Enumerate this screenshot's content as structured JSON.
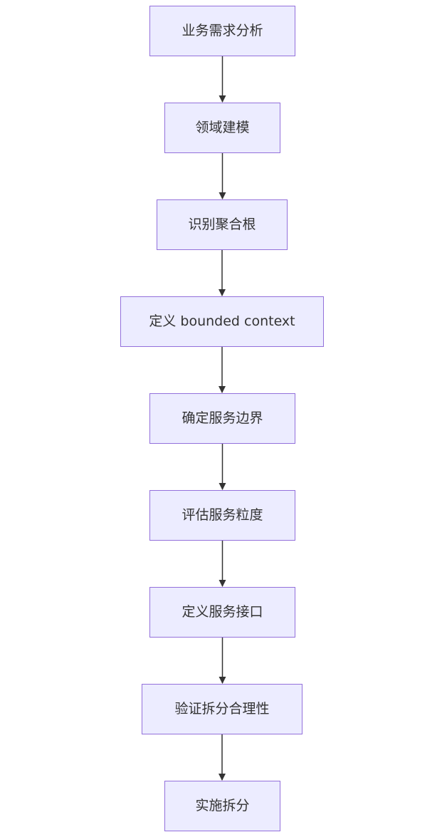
{
  "diagram": {
    "type": "flowchart",
    "direction": "top-to-bottom",
    "colors": {
      "node_fill": "#ececff",
      "node_border": "#9370db",
      "edge": "#333333",
      "text": "#333333",
      "background": "#ffffff"
    },
    "nodes": [
      {
        "id": "n1",
        "label": "业务需求分析"
      },
      {
        "id": "n2",
        "label": "领域建模"
      },
      {
        "id": "n3",
        "label": "识别聚合根"
      },
      {
        "id": "n4",
        "label": "定义 bounded context"
      },
      {
        "id": "n5",
        "label": "确定服务边界"
      },
      {
        "id": "n6",
        "label": "评估服务粒度"
      },
      {
        "id": "n7",
        "label": "定义服务接口"
      },
      {
        "id": "n8",
        "label": "验证拆分合理性"
      },
      {
        "id": "n9",
        "label": "实施拆分"
      }
    ],
    "edges": [
      {
        "from": "n1",
        "to": "n2"
      },
      {
        "from": "n2",
        "to": "n3"
      },
      {
        "from": "n3",
        "to": "n4"
      },
      {
        "from": "n4",
        "to": "n5"
      },
      {
        "from": "n5",
        "to": "n6"
      },
      {
        "from": "n6",
        "to": "n7"
      },
      {
        "from": "n7",
        "to": "n8"
      },
      {
        "from": "n8",
        "to": "n9"
      }
    ]
  }
}
